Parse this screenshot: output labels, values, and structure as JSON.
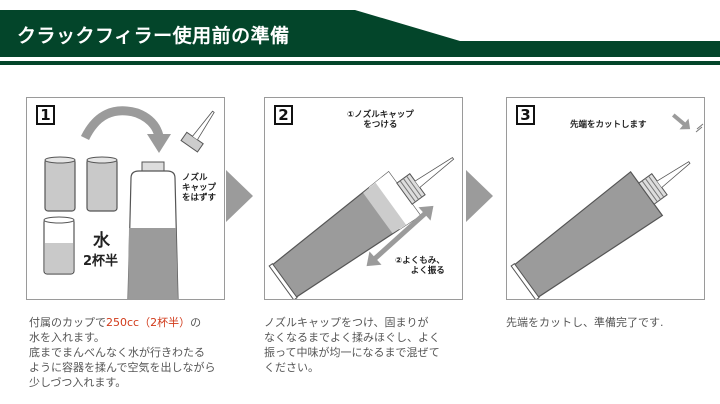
{
  "header": {
    "title": "クラックフィラー使用前の準備",
    "bg_color": "#03452a"
  },
  "steps": [
    {
      "number": "1",
      "labels": {
        "nozzle_off": [
          "ノズル",
          "キャップ",
          "をはずす"
        ],
        "water": "水",
        "amount": "2杯半"
      },
      "description": {
        "line1_prefix": "付属のカップで",
        "line1_highlight": "250cc（2杯半）",
        "line1_suffix": "の",
        "line2": "水を入れます。",
        "line3": "底までまんべんなく水が行きわたる",
        "line4": "ように容器を揉んで空気を出しながら",
        "line5": "少しづつ入れます。"
      }
    },
    {
      "number": "2",
      "labels": {
        "cap_on": [
          "①ノズルキャップ",
          "をつける"
        ],
        "shake": [
          "②よくもみ、",
          "よく振る"
        ]
      },
      "description": {
        "line1": "ノズルキャップをつけ、固まりが",
        "line2": "なくなるまでよく揉みほぐし、よく",
        "line3": "振って中味が均一になるまで混ぜて",
        "line4": "ください。"
      }
    },
    {
      "number": "3",
      "labels": {
        "cut": "先端をカットします"
      },
      "description": {
        "line1": "先端をカットし、準備完了です."
      }
    }
  ],
  "colors": {
    "accent_red": "#d13a1a",
    "illustration_gray": "#9b9b9b",
    "light_gray": "#c9c9c9",
    "text_gray": "#555555"
  }
}
